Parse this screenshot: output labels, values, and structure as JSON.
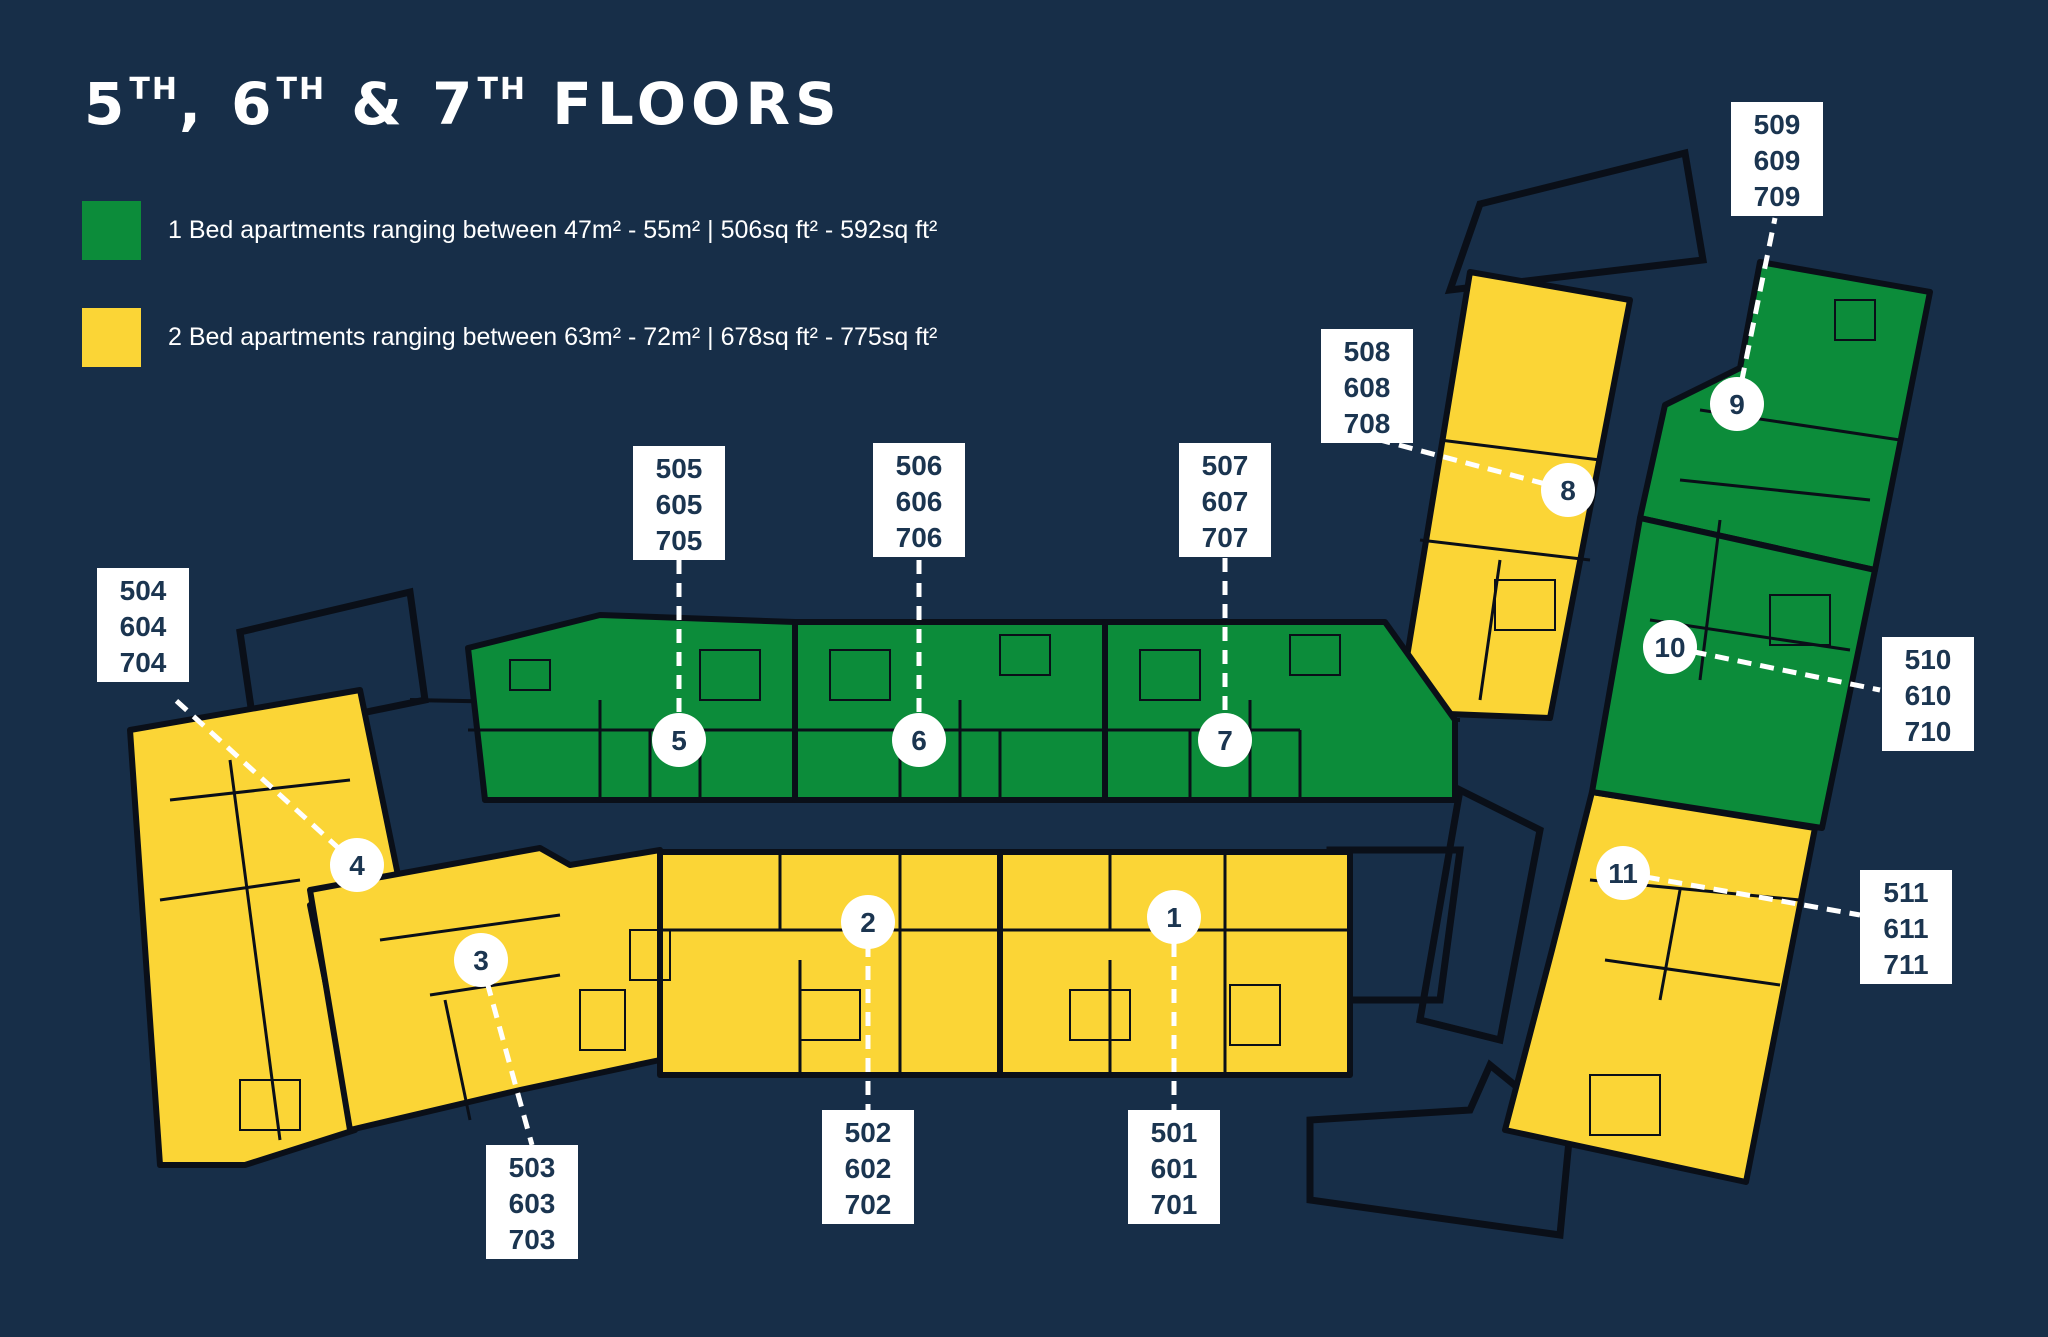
{
  "title": {
    "prefix": "5",
    "sup1": "TH",
    "mid1": ", 6",
    "sup2": "TH",
    "mid2": " & 7",
    "sup3": "TH",
    "suffix": " FLOORS"
  },
  "colors": {
    "background": "#172e48",
    "one_bed": "#0c8c3a",
    "two_bed": "#fbd536",
    "wall": "#0a0f18",
    "callout_box": "#ffffff",
    "callout_text": "#1b3550"
  },
  "legend": [
    {
      "color": "#0c8c3a",
      "label": "1 Bed apartments ranging between 47m² - 55m²  |  506sq ft² - 592sq ft²"
    },
    {
      "color": "#fbd536",
      "label": "2 Bed apartments ranging between 63m² - 72m²  |  678sq ft² - 775sq ft²"
    }
  ],
  "apartments": [
    {
      "number": "1",
      "units": [
        "501",
        "601",
        "701"
      ],
      "type": "2 Bed"
    },
    {
      "number": "2",
      "units": [
        "502",
        "602",
        "702"
      ],
      "type": "2 Bed"
    },
    {
      "number": "3",
      "units": [
        "503",
        "603",
        "703"
      ],
      "type": "2 Bed"
    },
    {
      "number": "4",
      "units": [
        "504",
        "604",
        "704"
      ],
      "type": "2 Bed"
    },
    {
      "number": "5",
      "units": [
        "505",
        "605",
        "705"
      ],
      "type": "1 Bed"
    },
    {
      "number": "6",
      "units": [
        "506",
        "606",
        "706"
      ],
      "type": "1 Bed"
    },
    {
      "number": "7",
      "units": [
        "507",
        "607",
        "707"
      ],
      "type": "1 Bed"
    },
    {
      "number": "8",
      "units": [
        "508",
        "608",
        "708"
      ],
      "type": "2 Bed"
    },
    {
      "number": "9",
      "units": [
        "509",
        "609",
        "709"
      ],
      "type": "1 Bed"
    },
    {
      "number": "10",
      "units": [
        "510",
        "610",
        "710"
      ],
      "type": "1 Bed"
    },
    {
      "number": "11",
      "units": [
        "511",
        "611",
        "711"
      ],
      "type": "2 Bed"
    }
  ]
}
